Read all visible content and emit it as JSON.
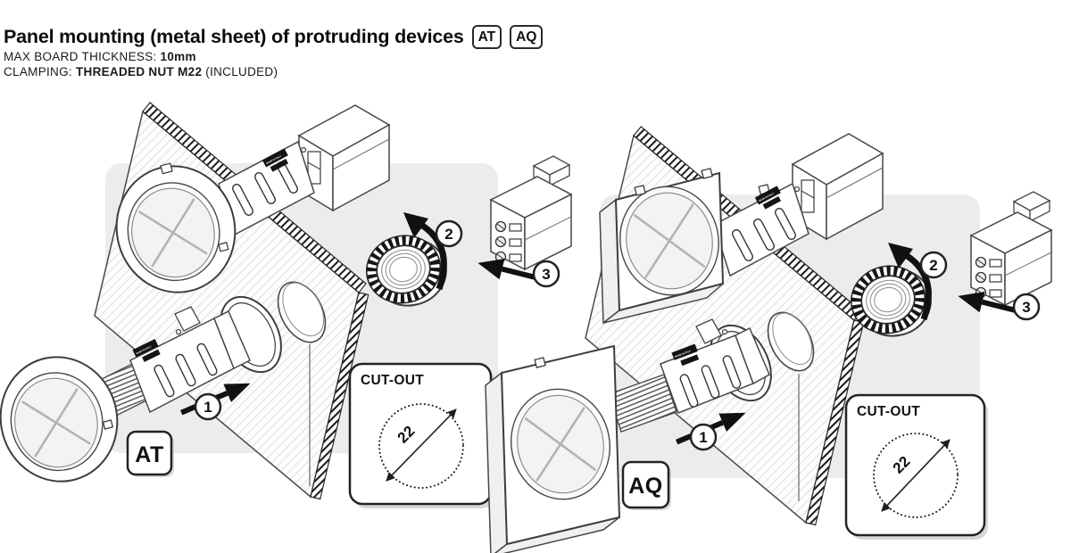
{
  "header": {
    "title": "Panel mounting (metal sheet) of protruding devices",
    "badges": [
      {
        "label": "AT"
      },
      {
        "label": "AQ"
      }
    ],
    "specs": [
      {
        "label": "MAX BOARD THICKNESS:",
        "value": "10mm",
        "note": ""
      },
      {
        "label": "CLAMPING:",
        "value": "THREADED NUT M22",
        "note": "(INCLUDED)"
      }
    ]
  },
  "diagrams": [
    {
      "id": "AT",
      "label": "AT",
      "bezel_shape": "round",
      "steps": [
        "1",
        "2",
        "3"
      ],
      "cutout": {
        "title": "CUT-OUT",
        "dimension": "22"
      }
    },
    {
      "id": "AQ",
      "label": "AQ",
      "bezel_shape": "square",
      "steps": [
        "1",
        "2",
        "3"
      ],
      "cutout": {
        "title": "CUT-OUT",
        "dimension": "22"
      }
    }
  ],
  "device_marking": "MADE IN ITALY",
  "colors": {
    "background": "#ffffff",
    "panel_highlight": "#ececec",
    "line": "#3d3d3d",
    "text": "#111111"
  }
}
